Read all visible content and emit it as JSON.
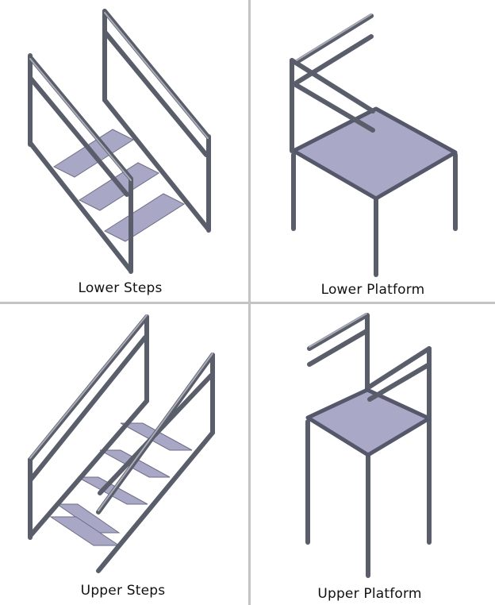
{
  "panels": [
    {
      "id": "lower-steps",
      "caption": "Lower Steps"
    },
    {
      "id": "lower-platform",
      "caption": "Lower Platform"
    },
    {
      "id": "upper-steps",
      "caption": "Upper Steps"
    },
    {
      "id": "upper-platform",
      "caption": "Upper Platform"
    }
  ],
  "colors": {
    "divider": "#c4c4c4",
    "frame": "#5a5e6a",
    "tread": "#a8a7c6",
    "background": "#ffffff"
  }
}
